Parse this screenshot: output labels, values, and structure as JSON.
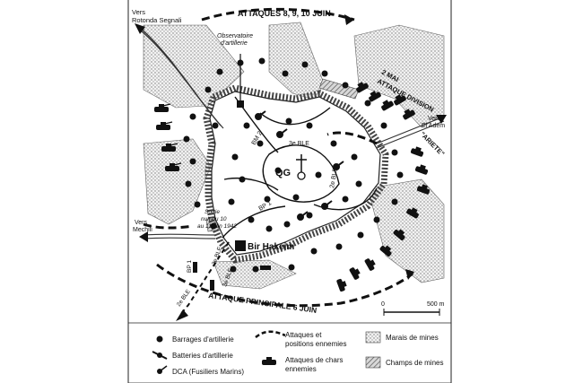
{
  "labels": {
    "top_left_vers": "Vers",
    "rotonda": "Rotonda Segnali",
    "attaques_top": "ATTAQUES 8, 9, 10 JUIN",
    "observatoire_1": "Observatoire",
    "observatoire_2": "d'artillerie",
    "ariete_1": "2 MAI",
    "ariete_2": "ATTAQUE DIVISION",
    "ariete_3": "\"ARIETE\"",
    "vers_el_adem_1": "Vers",
    "vers_el_adem_2": "El Adem",
    "bm2": "BM 2",
    "ble3": "3e BLE",
    "qg": "QG",
    "ble2_right": "2e BLE",
    "bp1": "BP 1",
    "sortie_1": "Sortie",
    "sortie_2": "nuit du 10",
    "sortie_3": "au 11 juin 1942",
    "vers_mechili_1": "Vers",
    "vers_mechili_2": "Mechili",
    "bir_hakeim": "Bir Hakeim",
    "ble2_bottom": "2e BLE",
    "ble3_bottom": "3e BLE",
    "bp1_bottom": "BP 1",
    "ble2_vertical": "2e BLE",
    "attaque_principale": "ATTAQUE PRINCIPALE 6 JUIN",
    "scale_zero": "0",
    "scale_max": "500 m"
  },
  "legend": {
    "barrages": "Barrages d'artillerie",
    "batteries": "Batteries d'artillerie",
    "dca": "DCA (Fusiliers Marins)",
    "attaques_1": "Attaques et",
    "attaques_2": "positions ennemies",
    "chars_1": "Attaques de chars",
    "chars_2": "ennemies",
    "marais": "Marais de mines",
    "champs": "Champs de mines"
  }
}
